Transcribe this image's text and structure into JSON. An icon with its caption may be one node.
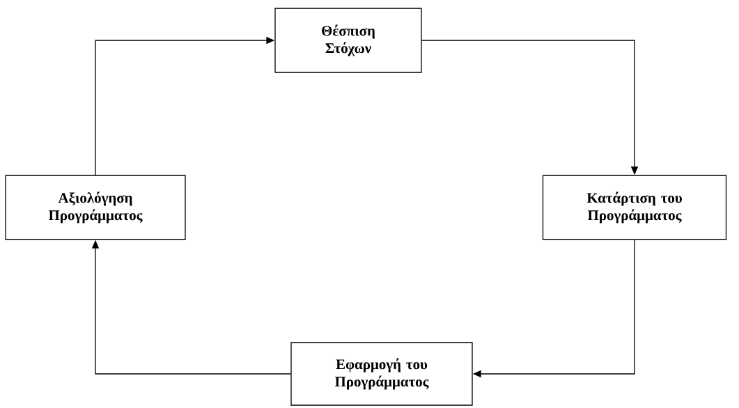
{
  "diagram": {
    "nodes": [
      {
        "text": [
          "Θέσπιση Στόχων"
        ]
      },
      {
        "text": [
          "Κατάρτιση του Προγράμματος"
        ]
      },
      {
        "text": [
          "Εφαρμογή του Προγράμματος"
        ]
      },
      {
        "text": [
          "Αξιολόγηση Προγράμματος"
        ]
      }
    ],
    "edges": [
      {
        "from": 0,
        "to": 1,
        "arrow": "to"
      },
      {
        "from": 1,
        "to": 2,
        "arrow": "to"
      },
      {
        "from": 2,
        "to": 3,
        "arrow": "to"
      },
      {
        "from": 3,
        "to": 0,
        "arrow": "to"
      }
    ]
  }
}
